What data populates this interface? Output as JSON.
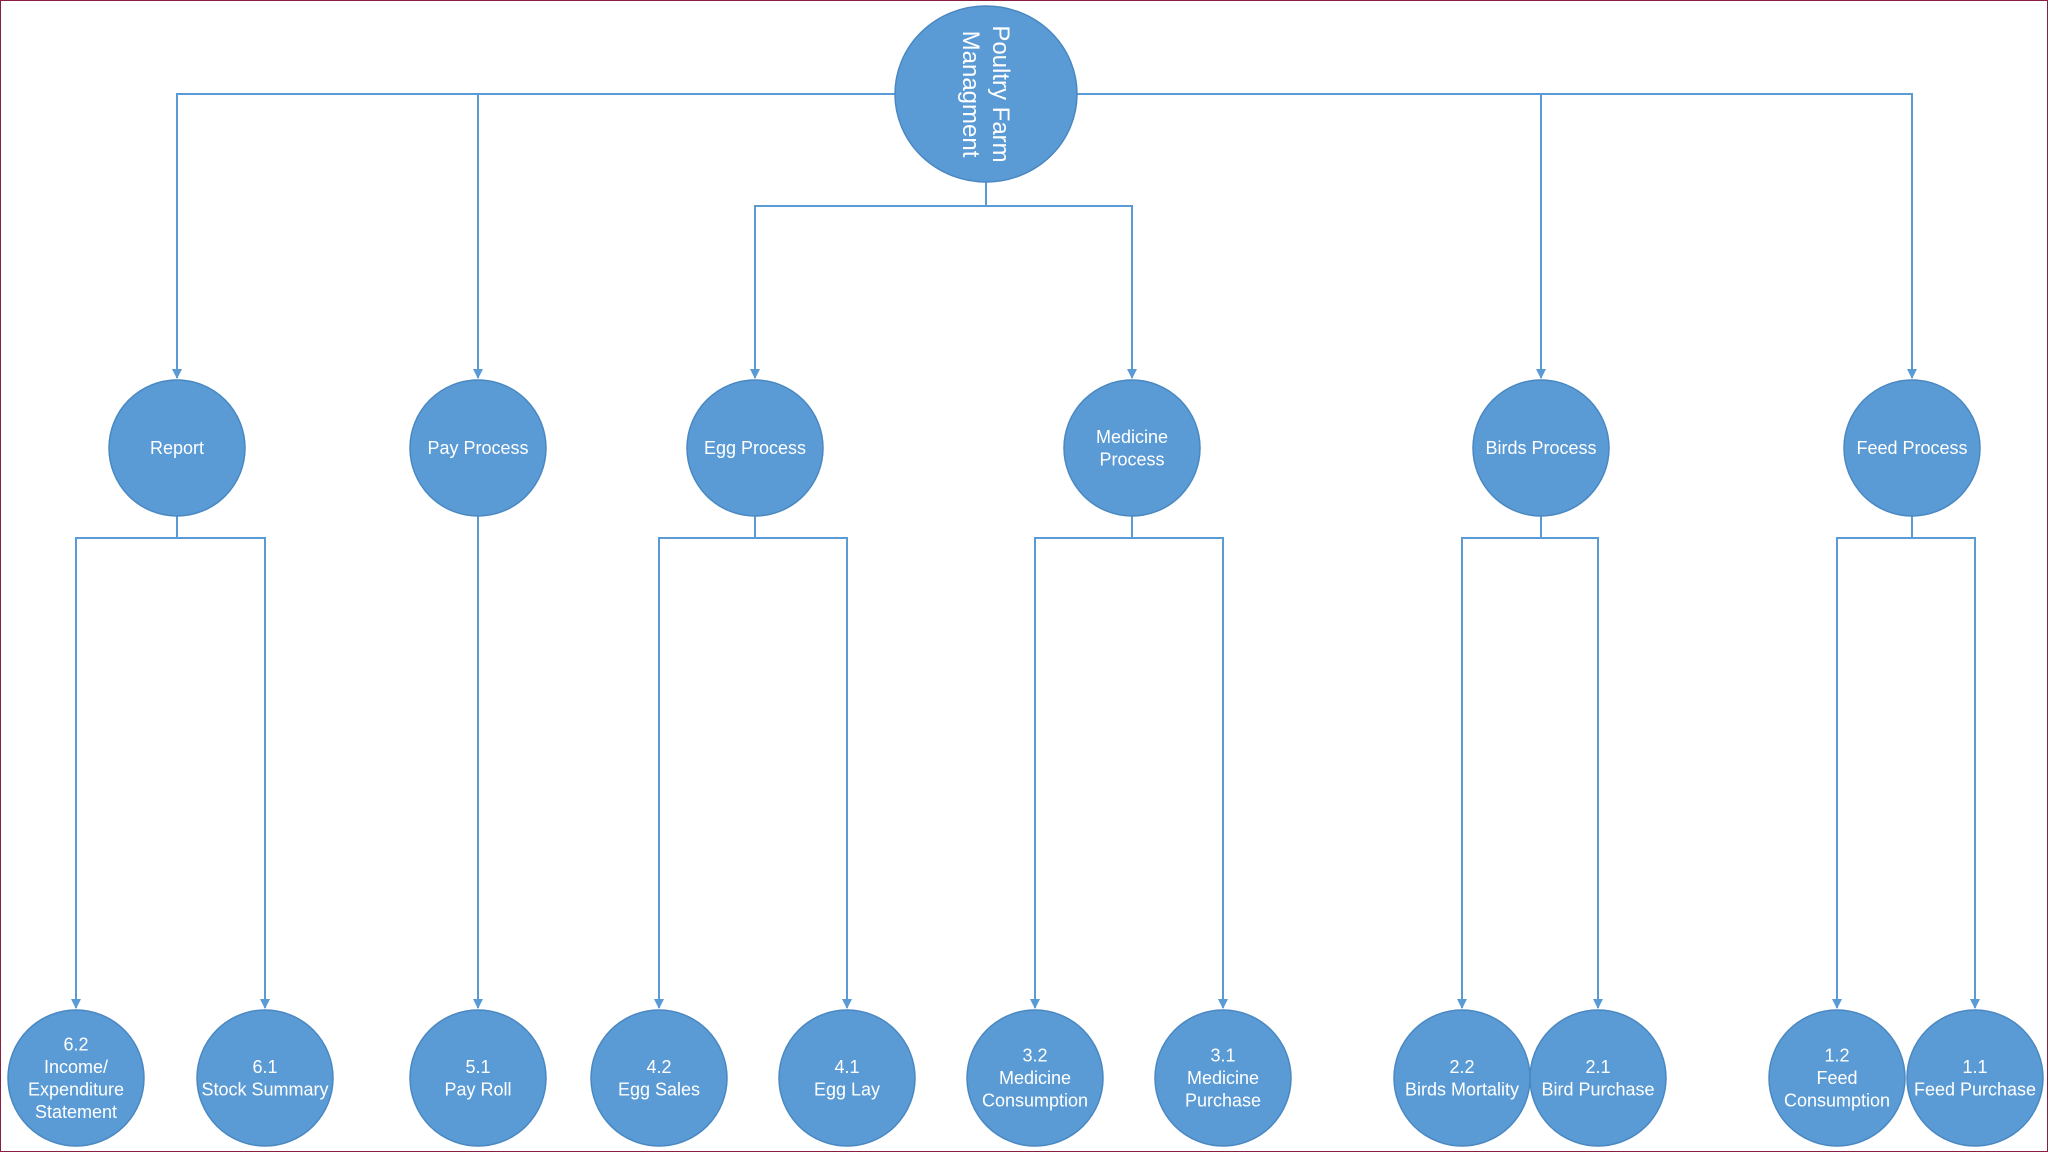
{
  "diagram": {
    "root": {
      "label_lines": [
        "Poultry Farm",
        "Managment"
      ],
      "text_orientation": "rotated-90-clockwise"
    },
    "processes": [
      {
        "id": "report",
        "label_lines": [
          "Report"
        ],
        "children": [
          {
            "id": "6.2",
            "label_lines": [
              "6.2",
              "Income/",
              "Expenditure",
              "Statement"
            ]
          },
          {
            "id": "6.1",
            "label_lines": [
              "6.1",
              "Stock Summary"
            ]
          }
        ]
      },
      {
        "id": "pay",
        "label_lines": [
          "Pay Process"
        ],
        "children": [
          {
            "id": "5.1",
            "label_lines": [
              "5.1",
              "Pay Roll"
            ]
          }
        ]
      },
      {
        "id": "egg",
        "label_lines": [
          "Egg Process"
        ],
        "children": [
          {
            "id": "4.2",
            "label_lines": [
              "4.2",
              "Egg Sales"
            ]
          },
          {
            "id": "4.1",
            "label_lines": [
              "4.1",
              "Egg Lay"
            ]
          }
        ]
      },
      {
        "id": "medicine",
        "label_lines": [
          "Medicine",
          "Process"
        ],
        "children": [
          {
            "id": "3.2",
            "label_lines": [
              "3.2",
              "Medicine",
              "Consumption"
            ]
          },
          {
            "id": "3.1",
            "label_lines": [
              "3.1",
              "Medicine",
              "Purchase"
            ]
          }
        ]
      },
      {
        "id": "birds",
        "label_lines": [
          "Birds Process"
        ],
        "children": [
          {
            "id": "2.2",
            "label_lines": [
              "2.2",
              "Birds Mortality"
            ]
          },
          {
            "id": "2.1",
            "label_lines": [
              "2.1",
              "Bird Purchase"
            ]
          }
        ]
      },
      {
        "id": "feed",
        "label_lines": [
          "Feed Process"
        ],
        "children": [
          {
            "id": "1.2",
            "label_lines": [
              "1.2",
              "Feed",
              "Consumption"
            ]
          },
          {
            "id": "1.1",
            "label_lines": [
              "1.1",
              "Feed Purchase"
            ]
          }
        ]
      }
    ],
    "colors": {
      "node_fill": "#5b9bd5",
      "edge": "#5b9bd5",
      "label": "#ffffff",
      "frame": "#8a2040"
    }
  }
}
